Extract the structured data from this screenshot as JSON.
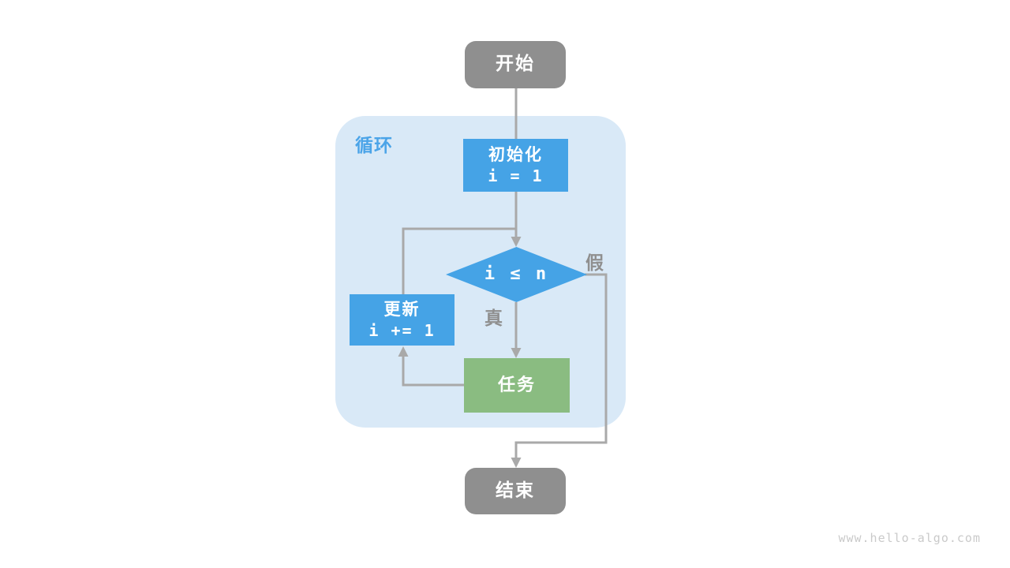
{
  "colors": {
    "node_blue": "#45a3e6",
    "node_green": "#8abc81",
    "node_gray": "#8f8f8f",
    "container_bg": "#d9e9f7",
    "edge_gray": "#a9a9a9",
    "edge_label_gray": "#8f8f8f",
    "loop_label_blue": "#4ba4e8",
    "watermark_gray": "#cacaca"
  },
  "flowchart": {
    "container_label": "循环",
    "nodes": {
      "start": {
        "label": "开始"
      },
      "init": {
        "label": "初始化",
        "code": "i = 1"
      },
      "condition": {
        "expr": "i ≤ n"
      },
      "update": {
        "label": "更新",
        "code": "i += 1"
      },
      "task": {
        "label": "任务"
      },
      "end": {
        "label": "结束"
      }
    },
    "branch_labels": {
      "true": "真",
      "false": "假"
    }
  },
  "watermark": "www.hello-algo.com"
}
